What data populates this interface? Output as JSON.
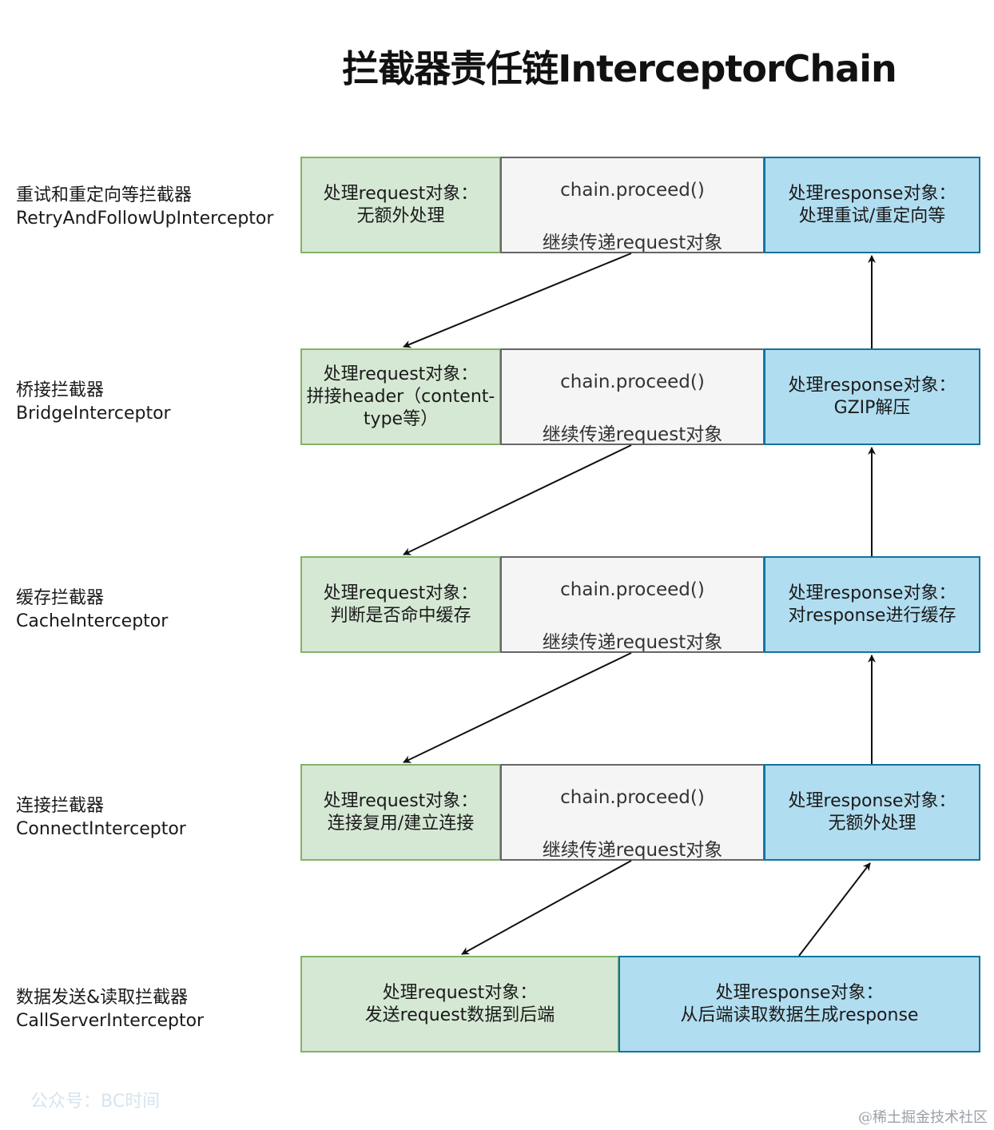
{
  "title": "拦截器责任链InterceptorChain",
  "rows": [
    {
      "label_cn": "重试和重定向等拦截器",
      "label_en": "RetryAndFollowUpInterceptor",
      "request": [
        "处理request对象：",
        "无额外处理"
      ],
      "middle": {
        "call": "chain.proceed()",
        "pass": "继续传递request对象"
      },
      "response": [
        "处理response对象：",
        "处理重试/重定向等"
      ]
    },
    {
      "label_cn": "桥接拦截器",
      "label_en": "BridgeInterceptor",
      "request": [
        "处理request对象：",
        "拼接header（content-",
        "type等）"
      ],
      "middle": {
        "call": "chain.proceed()",
        "pass": "继续传递request对象"
      },
      "response": [
        "处理response对象：",
        "GZIP解压"
      ]
    },
    {
      "label_cn": "缓存拦截器",
      "label_en": "CacheInterceptor",
      "request": [
        "处理request对象：",
        "判断是否命中缓存"
      ],
      "middle": {
        "call": "chain.proceed()",
        "pass": "继续传递request对象"
      },
      "response": [
        "处理response对象：",
        "对response进行缓存"
      ]
    },
    {
      "label_cn": "连接拦截器",
      "label_en": "ConnectInterceptor",
      "request": [
        "处理request对象：",
        "连接复用/建立连接"
      ],
      "middle": {
        "call": "chain.proceed()",
        "pass": "继续传递request对象"
      },
      "response": [
        "处理response对象：",
        "无额外处理"
      ]
    },
    {
      "label_cn": "数据发送&读取拦截器",
      "label_en": "CallServerInterceptor",
      "request": [
        "处理request对象：",
        "发送request数据到后端"
      ],
      "response": [
        "处理response对象：",
        "从后端读取数据生成response"
      ]
    }
  ],
  "watermark_left": "公众号：BC时间",
  "watermark_right": "@稀土掘金技术社区",
  "colors": {
    "request_fill": "#d5e8d4",
    "request_stroke": "#82b366",
    "response_fill": "#b1ddf0",
    "response_stroke": "#10739e",
    "middle_fill": "#f5f5f5",
    "middle_stroke": "#666666"
  }
}
